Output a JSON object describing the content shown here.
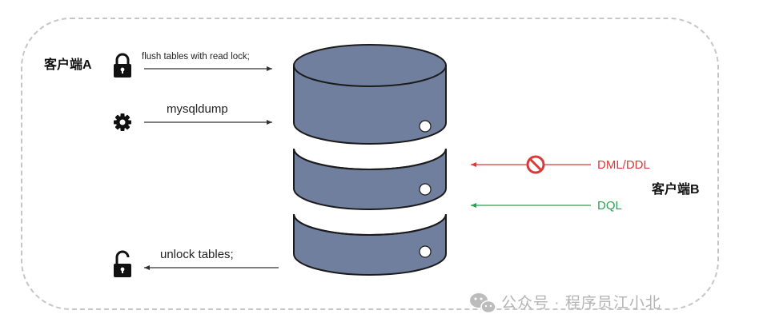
{
  "client_a": {
    "label": "客户端A"
  },
  "client_b": {
    "label": "客户端B"
  },
  "commands": {
    "flush": "flush tables with read lock;",
    "dump": "mysqldump",
    "unlock": "unlock tables;"
  },
  "operations": {
    "dml_ddl": "DML/DDL",
    "dql": "DQL"
  },
  "watermark": {
    "text": "公众号 · 程序员江小北"
  },
  "icons": {
    "lock": "lock-icon",
    "gear": "gear-icon",
    "unlock": "unlock-icon",
    "blocked": "no-entry-icon",
    "wechat": "wechat-icon"
  },
  "colors": {
    "cylinder": "#6f7f9d",
    "outline": "#1b1b1b",
    "blocked": "#d83a3a",
    "allowed": "#2e9e52"
  }
}
